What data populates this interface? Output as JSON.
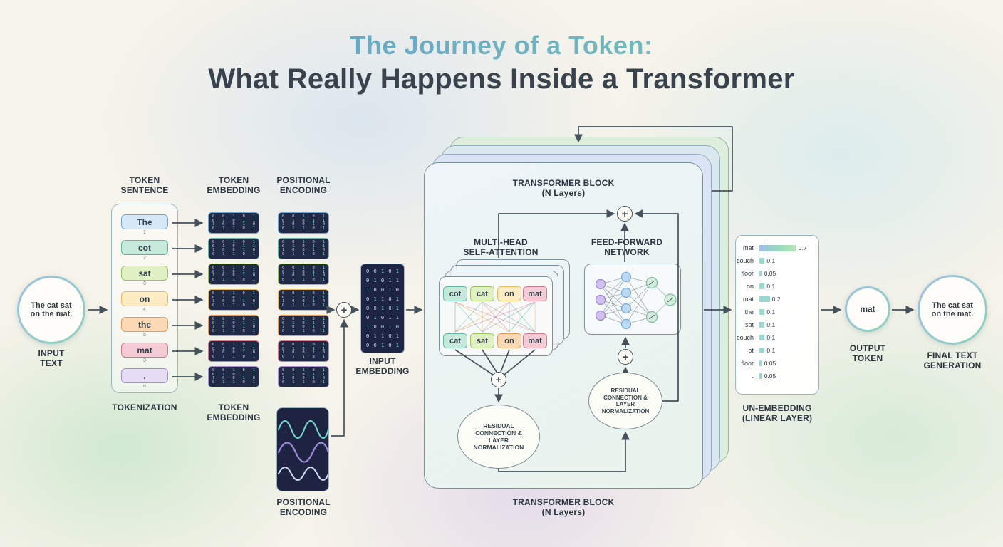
{
  "title": {
    "line1": "The Journey of a Token:",
    "line2": "What Really Happens Inside a Transformer"
  },
  "icons": {
    "plus": "+"
  },
  "colors": {
    "accent_blue": "#5e95d0",
    "accent_teal": "#7ccdb4",
    "ink": "#39434d",
    "arrow": "#45525c",
    "matrix_bg": "#202946",
    "digit_teal": "#7fd8c8",
    "digit_light": "#ccd8ee"
  },
  "input_stage": {
    "circle_text": "The cat sat on the mat.",
    "label_line1": "INPUT",
    "label_line2": "TEXT"
  },
  "tokenization": {
    "header_line1": "TOKEN",
    "header_line2": "SENTENCE",
    "footer": "TOKENIZATION",
    "tokens": [
      {
        "text": "The",
        "index": "1",
        "fill": "#d6e9f8",
        "border": "#6fa8d8"
      },
      {
        "text": "cot",
        "index": "2",
        "fill": "#c6e9dc",
        "border": "#5cb89e"
      },
      {
        "text": "sat",
        "index": "3",
        "fill": "#dff0c2",
        "border": "#9ac25e"
      },
      {
        "text": "on",
        "index": "4",
        "fill": "#fdecc3",
        "border": "#e8bc5a"
      },
      {
        "text": "the",
        "index": "5",
        "fill": "#fcd9b4",
        "border": "#e89a56"
      },
      {
        "text": "mat",
        "index": "3",
        "fill": "#f5ccd6",
        "border": "#d2798f"
      },
      {
        "text": ".",
        "index": "n",
        "fill": "#e6dcf4",
        "border": "#a98fd2"
      }
    ]
  },
  "token_embedding": {
    "header_line1": "TOKEN",
    "header_line2": "EMBEDDING",
    "footer_line1": "TOKEN",
    "footer_line2": "EMBEDDING"
  },
  "positional_encoding": {
    "header_line1": "POSITIONAL",
    "header_line2": "ENCODING",
    "footer_line1": "POSITIONAL",
    "footer_line2": "ENCODING"
  },
  "matrix_pattern": [
    "00101",
    "01011",
    "10010",
    "01101"
  ],
  "input_embedding": {
    "label_line1": "INPUT",
    "label_line2": "EMBEDDING",
    "rows": 9
  },
  "transformer_block": {
    "top_label_line1": "TRANSFORMER BLOCK",
    "top_label_line2": "(N Layers)",
    "bottom_label_line1": "TRANSFORMER BLOCK",
    "bottom_label_line2": "(N Layers)",
    "attention": {
      "label_line1": "MULTI-HEAD",
      "label_line2": "SELF-ATTENTION",
      "top_row": [
        {
          "text": "cot",
          "fill": "#c6e9dc",
          "border": "#5cb89e"
        },
        {
          "text": "cat",
          "fill": "#dff0c2",
          "border": "#9ac25e"
        },
        {
          "text": "on",
          "fill": "#fdecc3",
          "border": "#e8bc5a"
        },
        {
          "text": "mat",
          "fill": "#f5ccd6",
          "border": "#d2798f"
        }
      ],
      "bottom_row": [
        {
          "text": "cat",
          "fill": "#c6e9dc",
          "border": "#5cb89e"
        },
        {
          "text": "sat",
          "fill": "#dff0c2",
          "border": "#9ac25e"
        },
        {
          "text": "on",
          "fill": "#fcd9b4",
          "border": "#e89a56"
        },
        {
          "text": "mat",
          "fill": "#f5ccd6",
          "border": "#d2798f"
        }
      ]
    },
    "ffn": {
      "label_line1": "FEED-FORWARD",
      "label_line2": "NETWORK"
    },
    "residual1": "RESIDUAL CONNECTION & LAYER NORMALIZATION",
    "residual2": "RESIDUAL CONNECTION & LAYER NORMALIZATION"
  },
  "unembedding": {
    "label_line1": "UN-EMBEDDING",
    "label_line2": "(LINEAR LAYER)",
    "rows": [
      {
        "label": "mat",
        "value": 0.7,
        "display": "0.7",
        "highlight": true
      },
      {
        "label": "couch",
        "value": 0.1,
        "display": "0.1"
      },
      {
        "label": "floor",
        "value": 0.05,
        "display": "0.05"
      },
      {
        "label": "on",
        "value": 0.1,
        "display": "0.1"
      },
      {
        "label": "mat",
        "value": 0.2,
        "display": "0.2"
      },
      {
        "label": "the",
        "value": 0.1,
        "display": "0.1"
      },
      {
        "label": "sat",
        "value": 0.1,
        "display": "0.1"
      },
      {
        "label": "couch",
        "value": 0.1,
        "display": "0.1"
      },
      {
        "label": "ot",
        "value": 0.1,
        "display": "0.1"
      },
      {
        "label": "floor",
        "value": 0.05,
        "display": "0.05"
      },
      {
        "label": ".",
        "value": 0.05,
        "display": "0.05"
      }
    ]
  },
  "output_stage": {
    "circle_text": "mat",
    "label_line1": "OUTPUT",
    "label_line2": "TOKEN"
  },
  "final_stage": {
    "circle_text": "The cat sat on the mat.",
    "label_line1": "FINAL TEXT",
    "label_line2": "GENERATION"
  }
}
